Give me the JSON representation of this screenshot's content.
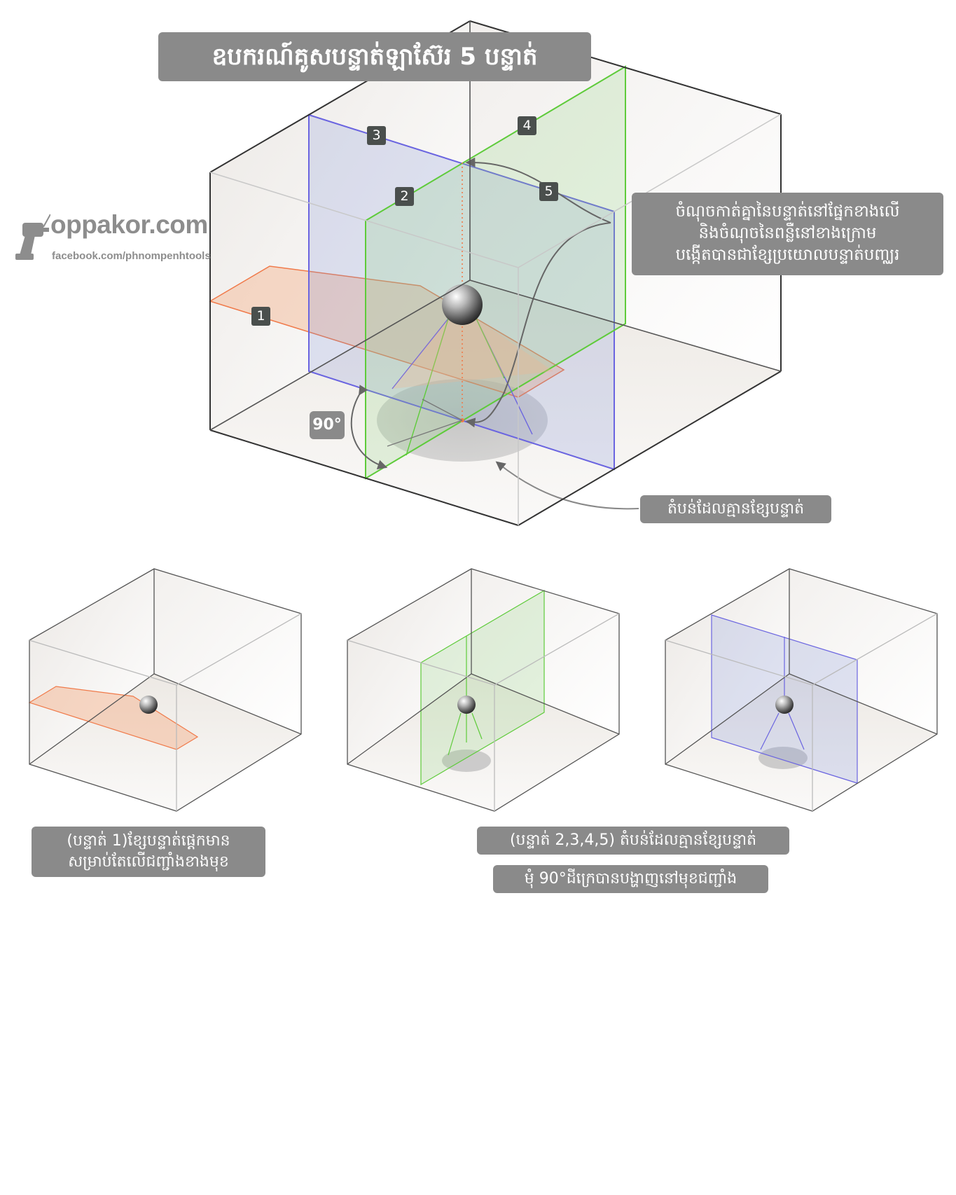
{
  "title": "ឧបករណ៍គូសបន្ទាត់ឡាស៊ែរ 5 បន្ទាត់",
  "logo": {
    "site": "oppakor.com",
    "facebook": "facebook.com/phnompenhtools"
  },
  "callouts": {
    "intersection": [
      "ចំណុចកាត់គ្នានៃបន្ទាត់នៅផ្នែកខាងលើ",
      "និងចំណុចនៃពន្លឺនៅខាងក្រោម",
      "បង្កើតបានជាខ្សែប្រយោលបន្ទាត់បញ្ឈរ"
    ],
    "no_line_zone": "តំបន់ដែលគ្មានខ្សែបន្ទាត់",
    "angle": "90°"
  },
  "line_numbers": [
    "1",
    "2",
    "3",
    "4",
    "5"
  ],
  "captions": {
    "left": [
      "(បន្ទាត់ 1)ខ្សែបន្ទាត់ផ្ដេកមាន",
      "សម្រាប់តែលើជញ្ជាំងខាងមុខ"
    ],
    "right_line1": "(បន្ទាត់ 2,3,4,5) តំបន់ដែលគ្មានខ្សែបន្ទាត់",
    "right_line2": "មុំ 90°ដីក្រេបានបង្ហាញនៅមុខជញ្ជាំង"
  },
  "colors": {
    "horizontal_line": "#f07a4a",
    "vertical_green": "#5ecb3a",
    "vertical_blue": "#6a64e0",
    "label_bg": "#8a8a8a",
    "number_tag_bg": "#4a4f4d"
  }
}
